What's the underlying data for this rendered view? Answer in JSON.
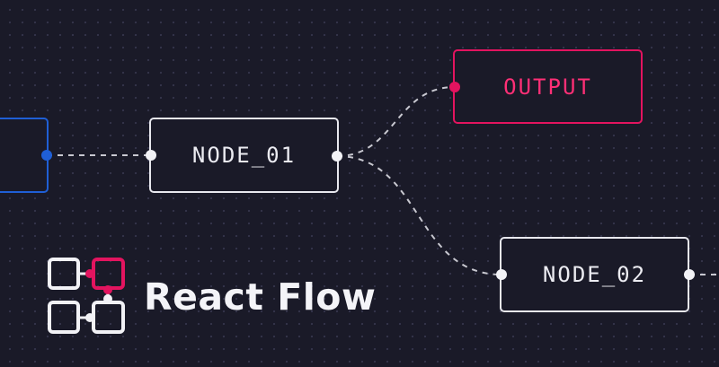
{
  "nodes": {
    "input": {
      "label": ""
    },
    "node_01": {
      "label": "NODE_01"
    },
    "output": {
      "label": "OUTPUT"
    },
    "node_02": {
      "label": "NODE_02"
    }
  },
  "edges": [
    {
      "from": "input",
      "to": "node_01",
      "style": "dashed"
    },
    {
      "from": "node_01",
      "to": "output",
      "style": "dashed"
    },
    {
      "from": "node_01",
      "to": "node_02",
      "style": "dashed"
    },
    {
      "from": "node_02",
      "to": "offscreen",
      "style": "dashed"
    }
  ],
  "brand": {
    "name": "React Flow",
    "logo_icon": "react-flow-logo-icon"
  },
  "colors": {
    "background": "#1a1a28",
    "node_border": "#e8e8ee",
    "input_accent": "#1f5fd6",
    "output_accent": "#e3145f",
    "edge": "#c8c8d0"
  }
}
